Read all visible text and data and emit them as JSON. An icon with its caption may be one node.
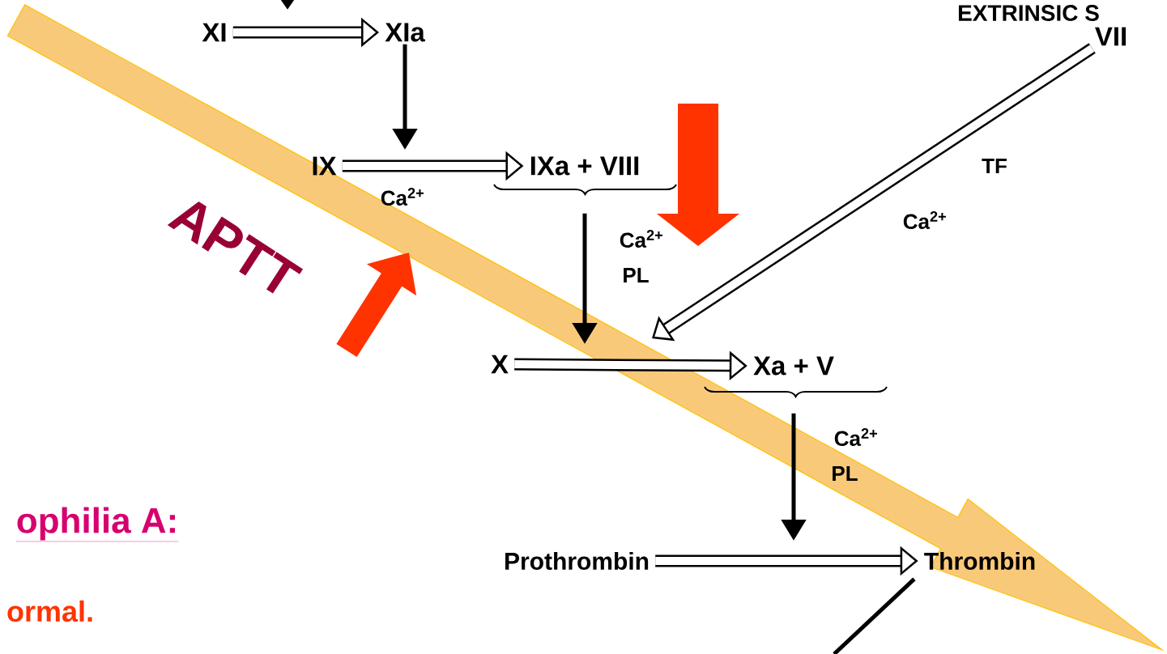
{
  "diagram": {
    "nodes": [
      {
        "text": [
          "XI"
        ]
      },
      {
        "text": [
          "XIa"
        ]
      },
      {
        "text": [
          "IX"
        ]
      },
      {
        "text": [
          "IXa + VIII"
        ]
      },
      {
        "text": [
          "X"
        ]
      },
      {
        "text": [
          "Xa + V"
        ]
      },
      {
        "text": [
          "Prothrombin"
        ]
      },
      {
        "text": [
          "Thrombin"
        ]
      },
      {
        "text": [
          "VII"
        ]
      }
    ],
    "edges": [
      {
        "from": 0,
        "to": 1,
        "arrow": "to"
      },
      {
        "from": 1,
        "to": null,
        "arrow": "to"
      },
      {
        "from": 2,
        "to": 3,
        "arrow": "to"
      },
      {
        "from": 3,
        "to": null,
        "arrow": "to"
      },
      {
        "from": 4,
        "to": 5,
        "arrow": "to"
      },
      {
        "from": 8,
        "to": null,
        "arrow": "to"
      },
      {
        "from": 5,
        "to": null,
        "arrow": "to"
      },
      {
        "from": 6,
        "to": 7,
        "arrow": "to"
      },
      {
        "from": 7,
        "to": null,
        "arrow": "none"
      }
    ],
    "labels": [
      "EXTRINSIC S",
      "Ca$^{2+}$",
      "TF",
      "Ca$^{2+}$",
      "Ca$^{2+}$",
      "PL",
      "APTT",
      "Ca$^{2+}$",
      "PL",
      "ophilia A:",
      "ormal."
    ]
  }
}
